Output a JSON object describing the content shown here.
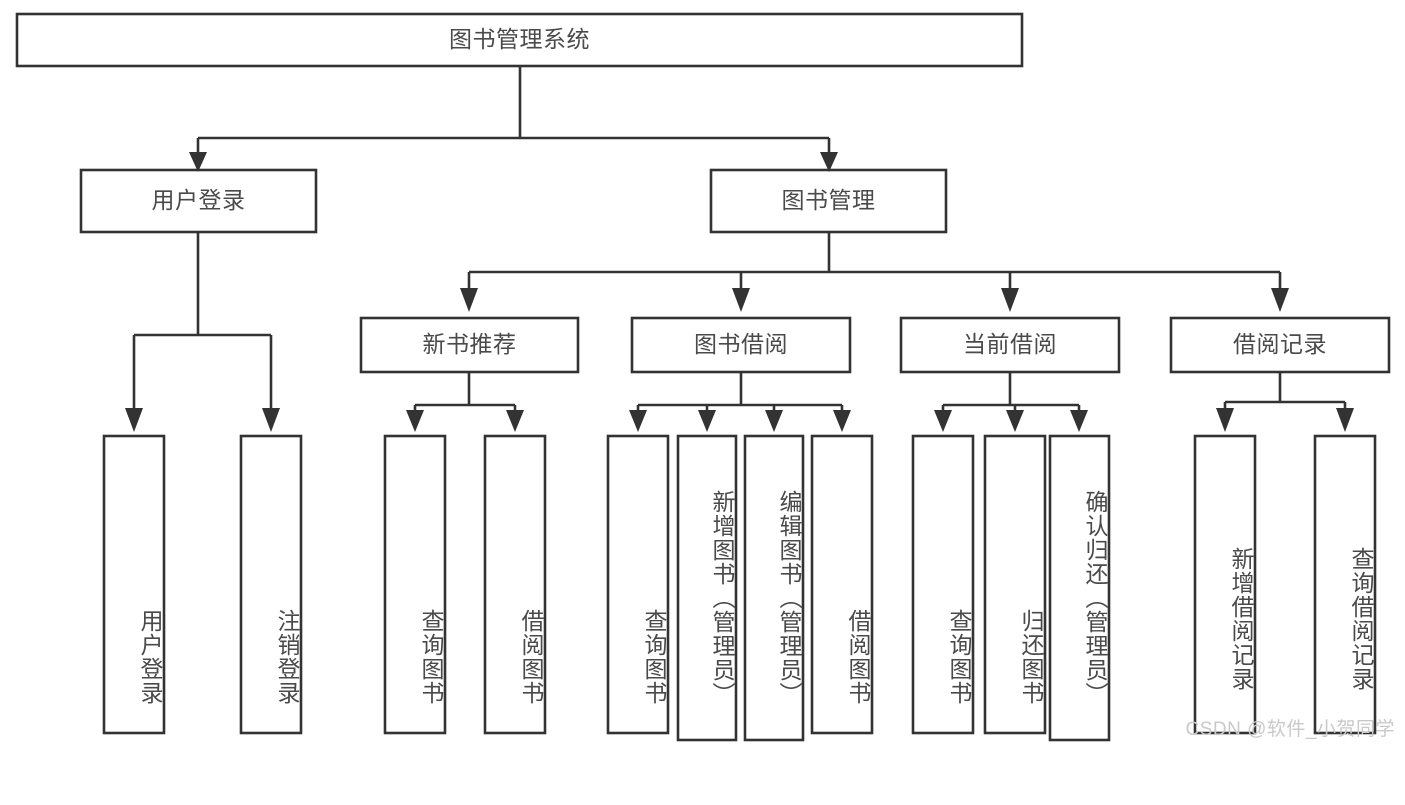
{
  "diagram": {
    "title": "图书管理系统",
    "type": "tree",
    "watermark": "CSDN @软件_小贺同学",
    "levels": {
      "root": {
        "label": "图书管理系统"
      },
      "level2": [
        {
          "key": "user-login",
          "label": "用户登录"
        },
        {
          "key": "book-manage",
          "label": "图书管理"
        }
      ],
      "level3": [
        {
          "key": "new-book-recommend",
          "label": "新书推荐",
          "parent": "book-manage"
        },
        {
          "key": "book-borrow",
          "label": "图书借阅",
          "parent": "book-manage"
        },
        {
          "key": "current-borrow",
          "label": "当前借阅",
          "parent": "book-manage"
        },
        {
          "key": "borrow-record",
          "label": "借阅记录",
          "parent": "book-manage"
        }
      ],
      "leaves": [
        {
          "key": "leaf-user-login",
          "label": "用户登录",
          "parent": "user-login"
        },
        {
          "key": "leaf-logout-login",
          "label": "注销登录",
          "parent": "user-login"
        },
        {
          "key": "leaf-query-book-1",
          "label": "查询图书",
          "parent": "new-book-recommend"
        },
        {
          "key": "leaf-borrow-book-1",
          "label": "借阅图书",
          "parent": "new-book-recommend"
        },
        {
          "key": "leaf-query-book-2",
          "label": "查询图书",
          "parent": "book-borrow"
        },
        {
          "key": "leaf-add-book",
          "label": "新增图书（管理员）",
          "parent": "book-borrow"
        },
        {
          "key": "leaf-edit-book",
          "label": "编辑图书（管理员）",
          "parent": "book-borrow"
        },
        {
          "key": "leaf-borrow-book-2",
          "label": "借阅图书",
          "parent": "book-borrow"
        },
        {
          "key": "leaf-query-book-3",
          "label": "查询图书",
          "parent": "current-borrow"
        },
        {
          "key": "leaf-return-book",
          "label": "归还图书",
          "parent": "current-borrow"
        },
        {
          "key": "leaf-confirm-return",
          "label": "确认归还（管理员）",
          "parent": "current-borrow"
        },
        {
          "key": "leaf-add-record",
          "label": "新增借阅记录",
          "parent": "borrow-record"
        },
        {
          "key": "leaf-query-record",
          "label": "查询借阅记录",
          "parent": "borrow-record"
        }
      ]
    },
    "colors": {
      "stroke": "#333333",
      "text": "#4a4a4a",
      "background": "#ffffff",
      "watermark": "#c9c9c9"
    }
  }
}
